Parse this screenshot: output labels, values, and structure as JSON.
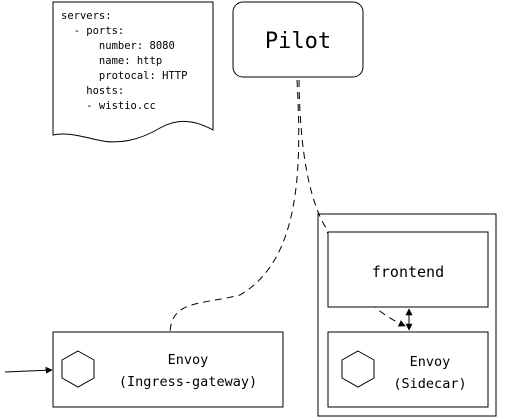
{
  "config_doc": {
    "lines": [
      "servers:",
      "  - ports:",
      "      number: 8080",
      "      name: http",
      "      protocal: HTTP",
      "    hosts:",
      "    - wistio.cc"
    ]
  },
  "pilot": {
    "label": "Pilot"
  },
  "frontend": {
    "label": "frontend"
  },
  "envoy_ingress": {
    "line1": "Envoy",
    "line2": "(Ingress-gateway)"
  },
  "envoy_sidecar": {
    "line1": "Envoy",
    "line2": "(Sidecar)"
  },
  "icons": {
    "envoy": "hexagon-icon"
  }
}
